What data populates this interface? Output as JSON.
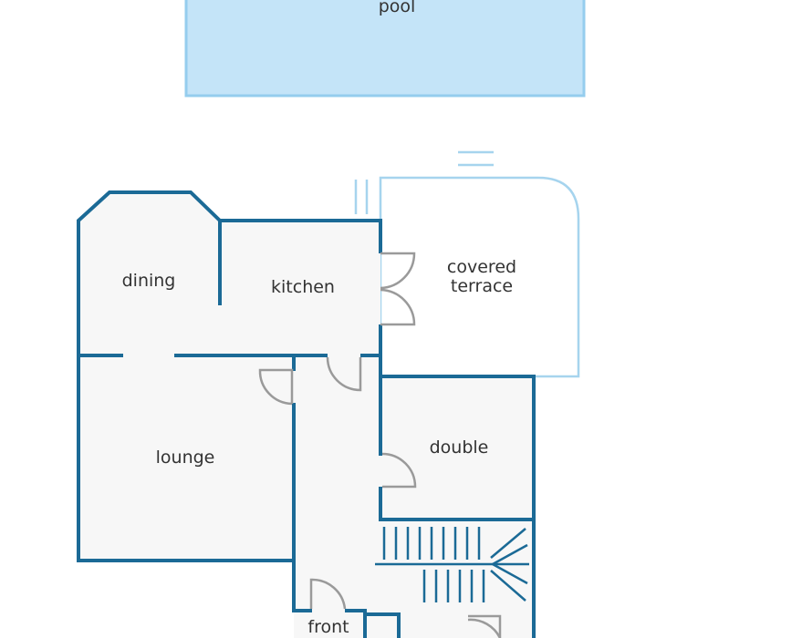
{
  "rooms": {
    "pool": "pool",
    "dining": "dining",
    "kitchen": "kitchen",
    "covered_terrace": [
      "covered",
      "terrace"
    ],
    "lounge": "lounge",
    "double": "double",
    "front": "front"
  },
  "colors": {
    "wall": "#1b6a96",
    "pool_fill": "#c4e4f8",
    "pool_edge": "#95cdee",
    "terrace_edge": "#a6d4ee",
    "floor": "#f7f7f7",
    "door": "#9a9a9a",
    "text": "#333333"
  }
}
